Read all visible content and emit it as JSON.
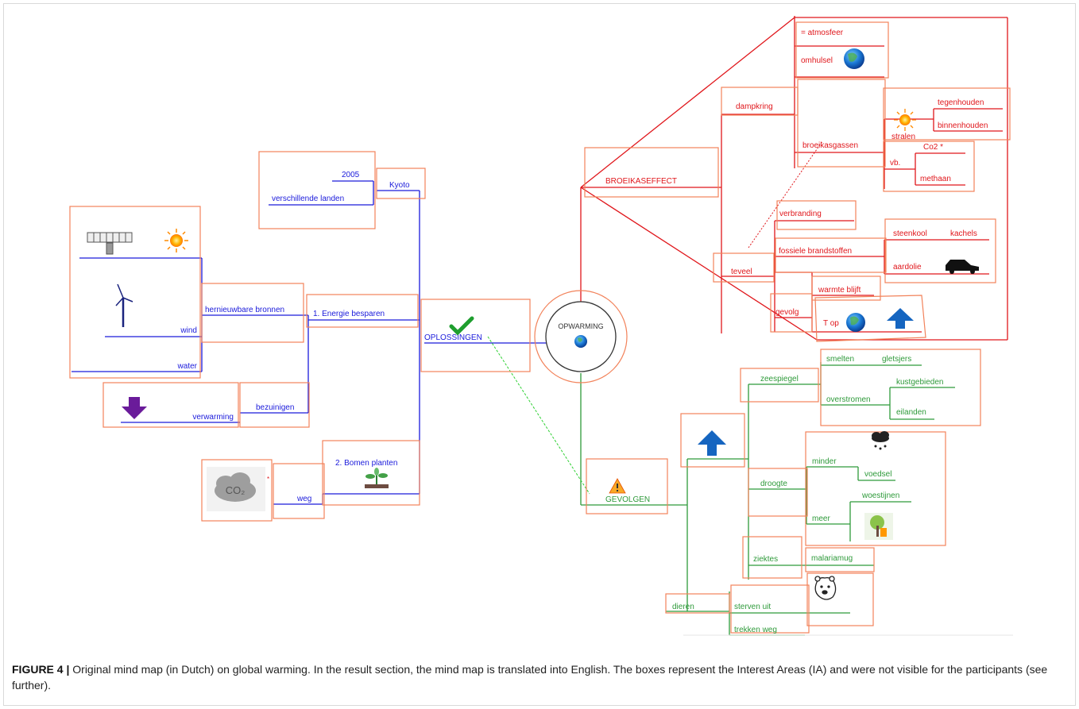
{
  "center": {
    "label": "OPWARMING"
  },
  "oplossingen": {
    "label": "OPLOSSINGEN",
    "kyoto": {
      "label": "Kyoto",
      "year": "2005",
      "countries": "verschillende landen"
    },
    "energie": {
      "label": "1. Energie besparen",
      "hernieuwbaar": {
        "label": "hernieuwbare bronnen",
        "wind": "wind",
        "water": "water"
      },
      "bezuinigen": {
        "label": "bezuinigen",
        "verwarming": "verwarming"
      }
    },
    "bomen": {
      "label": "2. Bomen planten",
      "weg": "weg",
      "co2_icon_text": "CO₂",
      "note_mark": "*"
    }
  },
  "broeikaseffect": {
    "label": "BROEIKASEFFECT",
    "dampkring": "dampkring",
    "atmosfeer": "= atmosfeer",
    "omhulsel": "omhulsel",
    "broeikasgassen": "broeikasgassen",
    "stralen": "stralen",
    "tegenhouden": "tegenhouden",
    "binnenhouden": "binnenhouden",
    "vb": "vb.",
    "co2": "Co2 *",
    "methaan": "methaan",
    "teveel": "teveel",
    "verbranding": "verbranding",
    "fossiele": "fossiele brandstoffen",
    "steenkool": "steenkool",
    "kachels": "kachels",
    "aardolie": "aardolie",
    "gevolg": "gevolg",
    "warmte": "warmte blijft",
    "t_op": "T op"
  },
  "gevolgen": {
    "label": "GEVOLGEN",
    "zeespiegel": "zeespiegel",
    "smelten": "smelten",
    "gletsjers": "gletsjers",
    "overstromen": "overstromen",
    "kustgebieden": "kustgebieden",
    "eilanden": "eilanden",
    "droogte": "droogte",
    "minder": "minder",
    "voedsel": "voedsel",
    "meer": "meer",
    "woestijnen": "woestijnen",
    "ziektes": "ziektes",
    "malariamug": "malariamug",
    "dieren": "dieren",
    "sterven": "sterven uit",
    "trekken": "trekken weg"
  },
  "caption": {
    "label": "FIGURE 4 |",
    "text": "Original mind map (in Dutch) on global warming. In the result section, the mind map is translated into English. The boxes represent the Interest Areas (IA) and were not visible for the participants (see further)."
  },
  "colors": {
    "solutions": "#1a1adb",
    "greenhouse": "#e0161b",
    "consequences": "#2e9a3a",
    "ia_box": "#f2825a"
  }
}
